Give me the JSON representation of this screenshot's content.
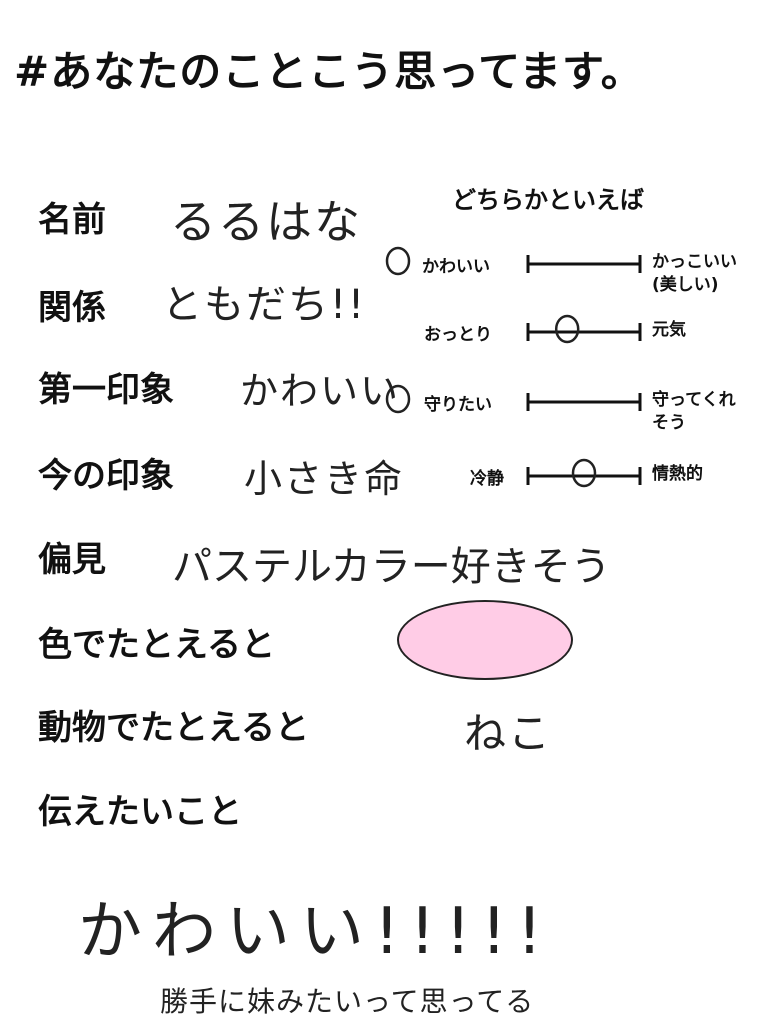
{
  "title": "#あなたのことこう思ってます。",
  "rows": [
    {
      "label": "名前",
      "answer": "るるはな"
    },
    {
      "label": "関係",
      "answer": "ともだち!!"
    },
    {
      "label": "第一印象",
      "answer": "かわいい"
    },
    {
      "label": "今の印象",
      "answer": "小さき命"
    },
    {
      "label": "偏見",
      "answer": "パステルカラー好きそう"
    },
    {
      "label": "色でたとえると",
      "answer": ""
    },
    {
      "label": "動物でたとえると",
      "answer": "ねこ"
    },
    {
      "label": "伝えたいこと",
      "answer": ""
    }
  ],
  "scale_heading": "どちらかといえば",
  "scales": [
    {
      "left": "かわいい",
      "right": "かっこいい",
      "right_sub": "(美しい)",
      "level": 0.0
    },
    {
      "left": "おっとり",
      "right": "元気",
      "right_sub": "",
      "level": 0.35
    },
    {
      "left": "守りたい",
      "right": "守ってくれ",
      "right_sub": "そう",
      "level": 0.0
    },
    {
      "left": "冷静",
      "right": "情熱的",
      "right_sub": "",
      "level": 0.5
    }
  ],
  "color_swatch": "#ffcce6",
  "message": "かわいい!!!!!",
  "message_sub": "勝手に妹みたいって思ってる"
}
